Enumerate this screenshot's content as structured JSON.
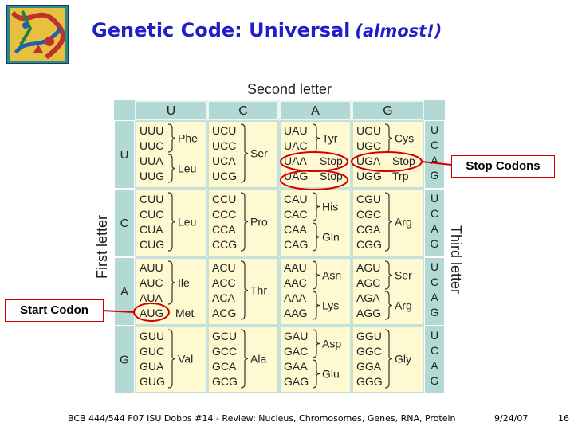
{
  "title": {
    "main": "Genetic Code: Universal",
    "sub": "(almost!)"
  },
  "headers": {
    "second_letter": "Second letter",
    "first_letter": "First letter",
    "third_letter": "Third letter"
  },
  "columns": [
    "U",
    "C",
    "A",
    "G"
  ],
  "rows": [
    "U",
    "C",
    "A",
    "G"
  ],
  "third_letters": [
    "U",
    "C",
    "A",
    "G"
  ],
  "cells": [
    [
      {
        "codons": [
          "UUU",
          "UUC",
          "UUA",
          "UUG"
        ],
        "groups": [
          {
            "from": 0,
            "to": 1,
            "aa": "Phe"
          },
          {
            "from": 2,
            "to": 3,
            "aa": "Leu"
          }
        ]
      },
      {
        "codons": [
          "UCU",
          "UCC",
          "UCA",
          "UCG"
        ],
        "groups": [
          {
            "from": 0,
            "to": 3,
            "aa": "Ser"
          }
        ]
      },
      {
        "codons": [
          "UAU",
          "UAC",
          "UAA",
          "UAG"
        ],
        "groups": [
          {
            "from": 0,
            "to": 1,
            "aa": "Tyr"
          },
          {
            "from": 2,
            "to": 2,
            "aa": "Stop"
          },
          {
            "from": 3,
            "to": 3,
            "aa": "Stop"
          }
        ]
      },
      {
        "codons": [
          "UGU",
          "UGC",
          "UGA",
          "UGG"
        ],
        "groups": [
          {
            "from": 0,
            "to": 1,
            "aa": "Cys"
          },
          {
            "from": 2,
            "to": 2,
            "aa": "Stop"
          },
          {
            "from": 3,
            "to": 3,
            "aa": "Trp"
          }
        ]
      }
    ],
    [
      {
        "codons": [
          "CUU",
          "CUC",
          "CUA",
          "CUG"
        ],
        "groups": [
          {
            "from": 0,
            "to": 3,
            "aa": "Leu"
          }
        ]
      },
      {
        "codons": [
          "CCU",
          "CCC",
          "CCA",
          "CCG"
        ],
        "groups": [
          {
            "from": 0,
            "to": 3,
            "aa": "Pro"
          }
        ]
      },
      {
        "codons": [
          "CAU",
          "CAC",
          "CAA",
          "CAG"
        ],
        "groups": [
          {
            "from": 0,
            "to": 1,
            "aa": "His"
          },
          {
            "from": 2,
            "to": 3,
            "aa": "Gln"
          }
        ]
      },
      {
        "codons": [
          "CGU",
          "CGC",
          "CGA",
          "CGG"
        ],
        "groups": [
          {
            "from": 0,
            "to": 3,
            "aa": "Arg"
          }
        ]
      }
    ],
    [
      {
        "codons": [
          "AUU",
          "AUC",
          "AUA",
          "AUG"
        ],
        "groups": [
          {
            "from": 0,
            "to": 2,
            "aa": "Ile"
          },
          {
            "from": 3,
            "to": 3,
            "aa": "Met"
          }
        ]
      },
      {
        "codons": [
          "ACU",
          "ACC",
          "ACA",
          "ACG"
        ],
        "groups": [
          {
            "from": 0,
            "to": 3,
            "aa": "Thr"
          }
        ]
      },
      {
        "codons": [
          "AAU",
          "AAC",
          "AAA",
          "AAG"
        ],
        "groups": [
          {
            "from": 0,
            "to": 1,
            "aa": "Asn"
          },
          {
            "from": 2,
            "to": 3,
            "aa": "Lys"
          }
        ]
      },
      {
        "codons": [
          "AGU",
          "AGC",
          "AGA",
          "AGG"
        ],
        "groups": [
          {
            "from": 0,
            "to": 1,
            "aa": "Ser"
          },
          {
            "from": 2,
            "to": 3,
            "aa": "Arg"
          }
        ]
      }
    ],
    [
      {
        "codons": [
          "GUU",
          "GUC",
          "GUA",
          "GUG"
        ],
        "groups": [
          {
            "from": 0,
            "to": 3,
            "aa": "Val"
          }
        ]
      },
      {
        "codons": [
          "GCU",
          "GCC",
          "GCA",
          "GCG"
        ],
        "groups": [
          {
            "from": 0,
            "to": 3,
            "aa": "Ala"
          }
        ]
      },
      {
        "codons": [
          "GAU",
          "GAC",
          "GAA",
          "GAG"
        ],
        "groups": [
          {
            "from": 0,
            "to": 1,
            "aa": "Asp"
          },
          {
            "from": 2,
            "to": 3,
            "aa": "Glu"
          }
        ]
      },
      {
        "codons": [
          "GGU",
          "GGC",
          "GGA",
          "GGG"
        ],
        "groups": [
          {
            "from": 0,
            "to": 3,
            "aa": "Gly"
          }
        ]
      }
    ]
  ],
  "callouts": {
    "stop": "Stop Codons",
    "start": "Start Codon"
  },
  "footer": {
    "course": "BCB 444/544 F07 ISU Dobbs #14 - Review: Nucleus, Chromosomes, Genes, RNA, Protein",
    "date": "9/24/07",
    "page": "16"
  },
  "colors": {
    "title": "#1f1fc8",
    "header_bg": "#b3d9d5",
    "cell_bg": "#fff9d2",
    "highlight": "#d40000"
  }
}
